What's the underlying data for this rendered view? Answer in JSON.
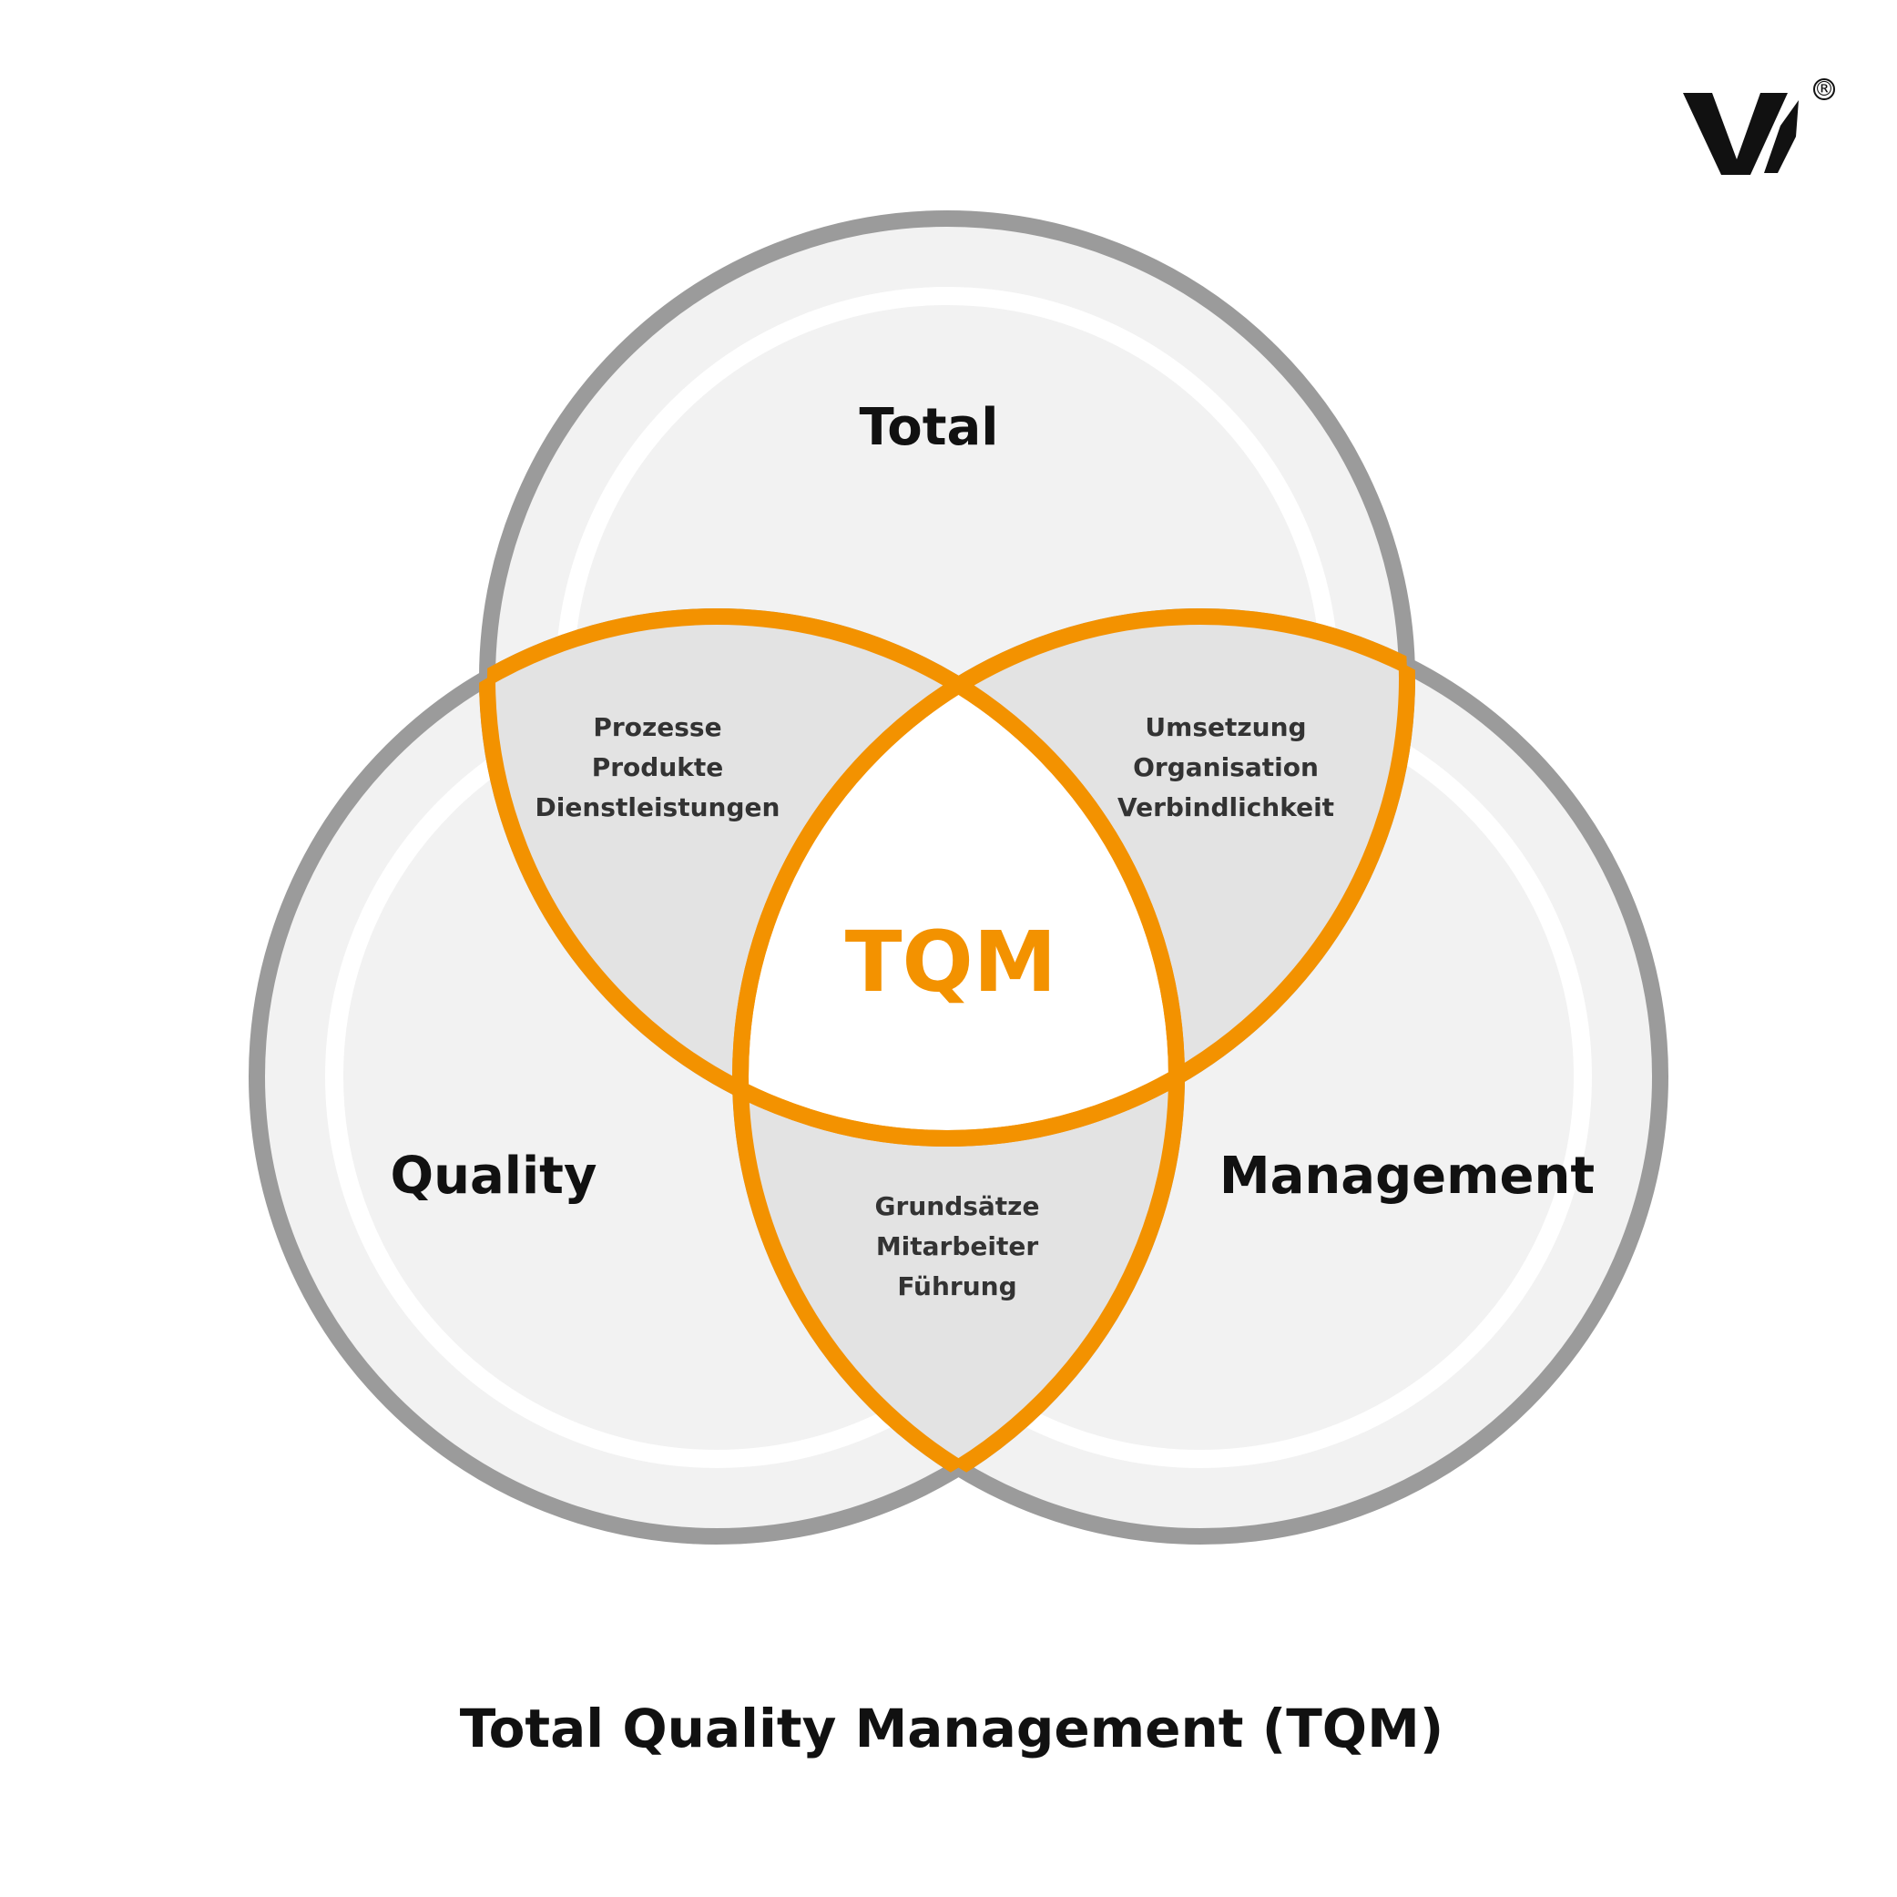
{
  "logo": {
    "icon": "w-logo-icon",
    "mark": "®"
  },
  "colors": {
    "accent": "#F39200",
    "ring": "#9B9B9B",
    "fill": "#F2F2F2",
    "overlap": "#E3E3E3",
    "center": "#FFFFFF",
    "text": "#111111"
  },
  "circles": {
    "top": {
      "label": "Total"
    },
    "left": {
      "label": "Quality"
    },
    "right": {
      "label": "Management"
    }
  },
  "overlaps": {
    "top_left": {
      "lines": [
        "Prozesse",
        "Produkte",
        "Dienstleistungen"
      ]
    },
    "top_right": {
      "lines": [
        "Umsetzung",
        "Organisation",
        "Verbindlichkeit"
      ]
    },
    "bottom": {
      "lines": [
        "Grundsätze",
        "Mitarbeiter",
        "Führung"
      ]
    }
  },
  "center": {
    "label": "TQM"
  },
  "title": "Total Quality Management (TQM)"
}
